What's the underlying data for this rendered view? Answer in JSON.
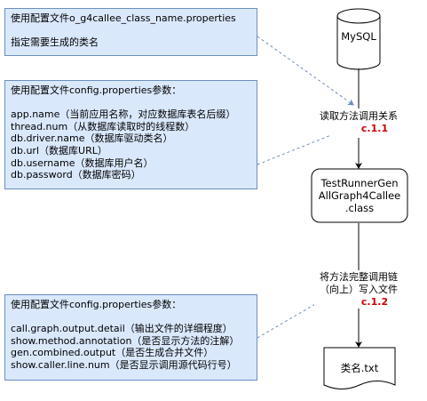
{
  "notes": {
    "note1": {
      "lines": [
        "使用配置文件o_g4callee_class_name.properties",
        "",
        "指定需要生成的类名"
      ]
    },
    "note2": {
      "lines": [
        "使用配置文件config.properties参数：",
        "",
        "app.name（当前应用名称，对应数据库表名后缀）",
        "thread.num（从数据库读取时的线程数）",
        "db.driver.name（数据库驱动类名）",
        "db.url（数据库URL）",
        "db.username（数据库用户名）",
        "db.password（数据库密码）"
      ]
    },
    "note3": {
      "lines": [
        "使用配置文件config.properties参数：",
        "",
        "call.graph.output.detail（输出文件的详细程度）",
        "show.method.annotation（是否显示方法的注解）",
        "gen.combined.output（是否生成合并文件）",
        "show.caller.line.num（是否显示调用源代码行号）"
      ]
    }
  },
  "nodes": {
    "db": {
      "label": "MySQL"
    },
    "process": {
      "line1": "TestRunnerGen",
      "line2": "AllGraph4Callee",
      "line3": ".class"
    },
    "output": {
      "label": "类名.txt"
    }
  },
  "labels": {
    "read": {
      "text": "读取方法调用关系",
      "code": "c.1.1"
    },
    "write": {
      "line1": "将方法完整调用链",
      "line2": "（向上）写入文件",
      "code": "c.1.2"
    }
  },
  "colors": {
    "note_fill": "#dae8fc",
    "note_border": "#6c8ebf",
    "code_red": "#cc0000",
    "dashed_arrow": "#6c8ebf"
  }
}
